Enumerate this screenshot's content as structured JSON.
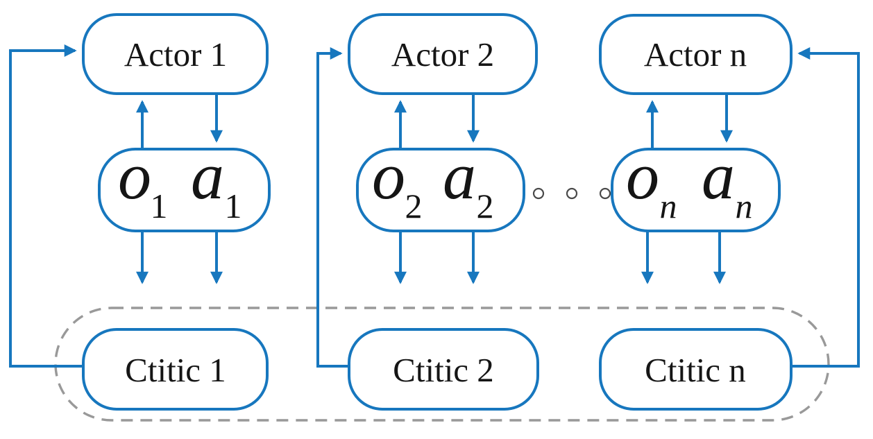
{
  "diagram": {
    "description": "Multi-agent actor-critic architecture diagram with n actor/critic pairs",
    "colors": {
      "flow_line": "#1777be",
      "box_border": "#1777be",
      "box_fill": "#ffffff",
      "dashed_border": "#999999",
      "text": "#151515",
      "background": "#ffffff"
    },
    "columns": [
      {
        "actor_label": "Actor 1",
        "obs": "o",
        "obs_sub": "1",
        "act": "a",
        "act_sub": "1",
        "critic_label": "Ctitic 1"
      },
      {
        "actor_label": "Actor 2",
        "obs": "o",
        "obs_sub": "2",
        "act": "a",
        "act_sub": "2",
        "critic_label": "Ctitic 2"
      },
      {
        "actor_label": "Actor n",
        "obs": "o",
        "obs_sub": "n",
        "act": "a",
        "act_sub": "n",
        "critic_label": "Ctitic n"
      }
    ]
  }
}
